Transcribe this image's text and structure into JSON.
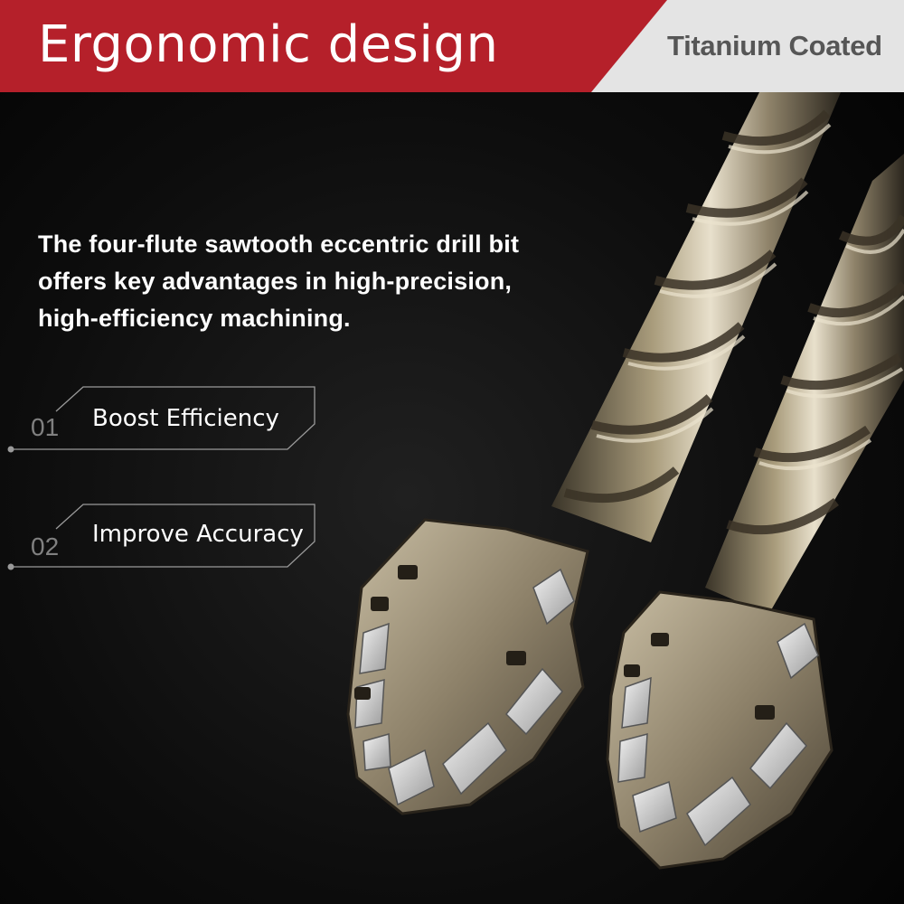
{
  "header": {
    "title": "Ergonomic design",
    "tag": "Titanium Coated",
    "colors": {
      "red": "#B5202A",
      "grey": "#E4E4E4"
    }
  },
  "description": "The four-flute sawtooth eccentric drill bit offers key advantages in high-precision, high-efficiency machining.",
  "features": [
    {
      "number": "01",
      "label": "Boost Efficiency"
    },
    {
      "number": "02",
      "label": "Improve Accuracy"
    }
  ],
  "illustration": {
    "subject": "two titanium-coated four-flute drill bits",
    "colors": {
      "metal": "#9E9274",
      "highlight": "#E8E0CC",
      "shadow": "#3A3428",
      "edge": "#D8D8D8"
    }
  }
}
